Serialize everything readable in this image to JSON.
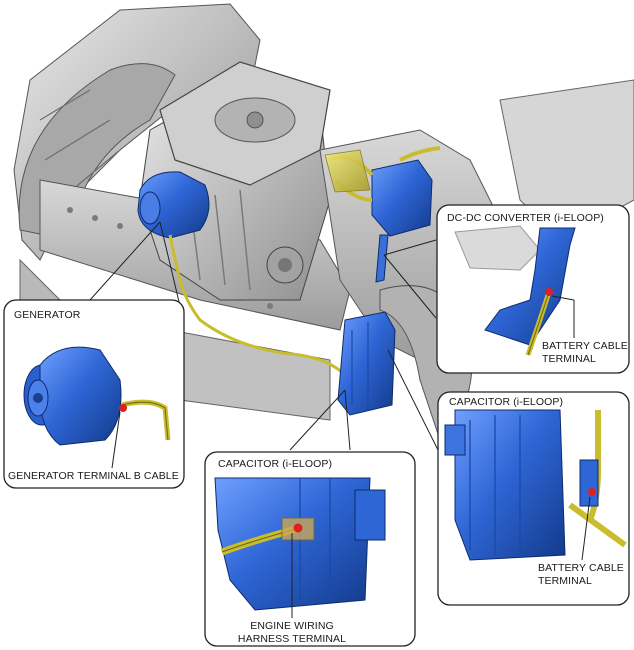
{
  "callouts": {
    "generator": {
      "title": "GENERATOR",
      "terminal_label": "GENERATOR TERMINAL B CABLE"
    },
    "dcdc_converter": {
      "title": "DC-DC CONVERTER (i-ELOOP)",
      "terminal_label_line1": "BATTERY CABLE",
      "terminal_label_line2": "TERMINAL"
    },
    "capacitor_right": {
      "title": "CAPACITOR (i-ELOOP)",
      "terminal_label_line1": "BATTERY CABLE",
      "terminal_label_line2": "TERMINAL"
    },
    "capacitor_bottom": {
      "title": "CAPACITOR (i-ELOOP)",
      "terminal_label_line1": "ENGINE WIRING",
      "terminal_label_line2": "HARNESS TERMINAL"
    }
  },
  "colors": {
    "component_blue": "#2f66d6",
    "cable_yellow": "#d9cc3a",
    "terminal_red": "#e0201f",
    "metal_gray": "#c9c9c9"
  }
}
